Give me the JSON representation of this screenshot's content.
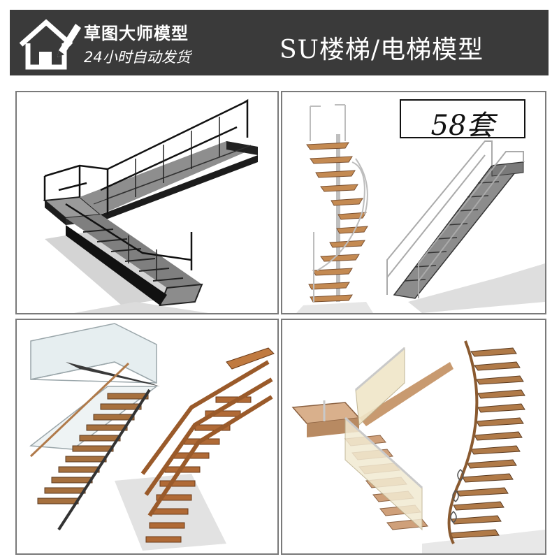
{
  "header": {
    "brand_title": "草图大师模型",
    "brand_subtitle": "24小时自动发货",
    "title": "SU楼梯/电梯模型"
  },
  "badge": {
    "count": "58套"
  },
  "colors": {
    "header_bg": "#3a3a3a",
    "panel_border": "#7a7a7a",
    "wood": "#b06a36",
    "metal": "#9a9a9a"
  },
  "panels": [
    {
      "subject": "black-metal-switchback-stair"
    },
    {
      "subject": "spiral-stair-and-steel-straight-stair"
    },
    {
      "subject": "glass-rail-stair-and-wood-rail-stair"
    },
    {
      "subject": "glass-landing-stair-and-curved-stair"
    }
  ]
}
